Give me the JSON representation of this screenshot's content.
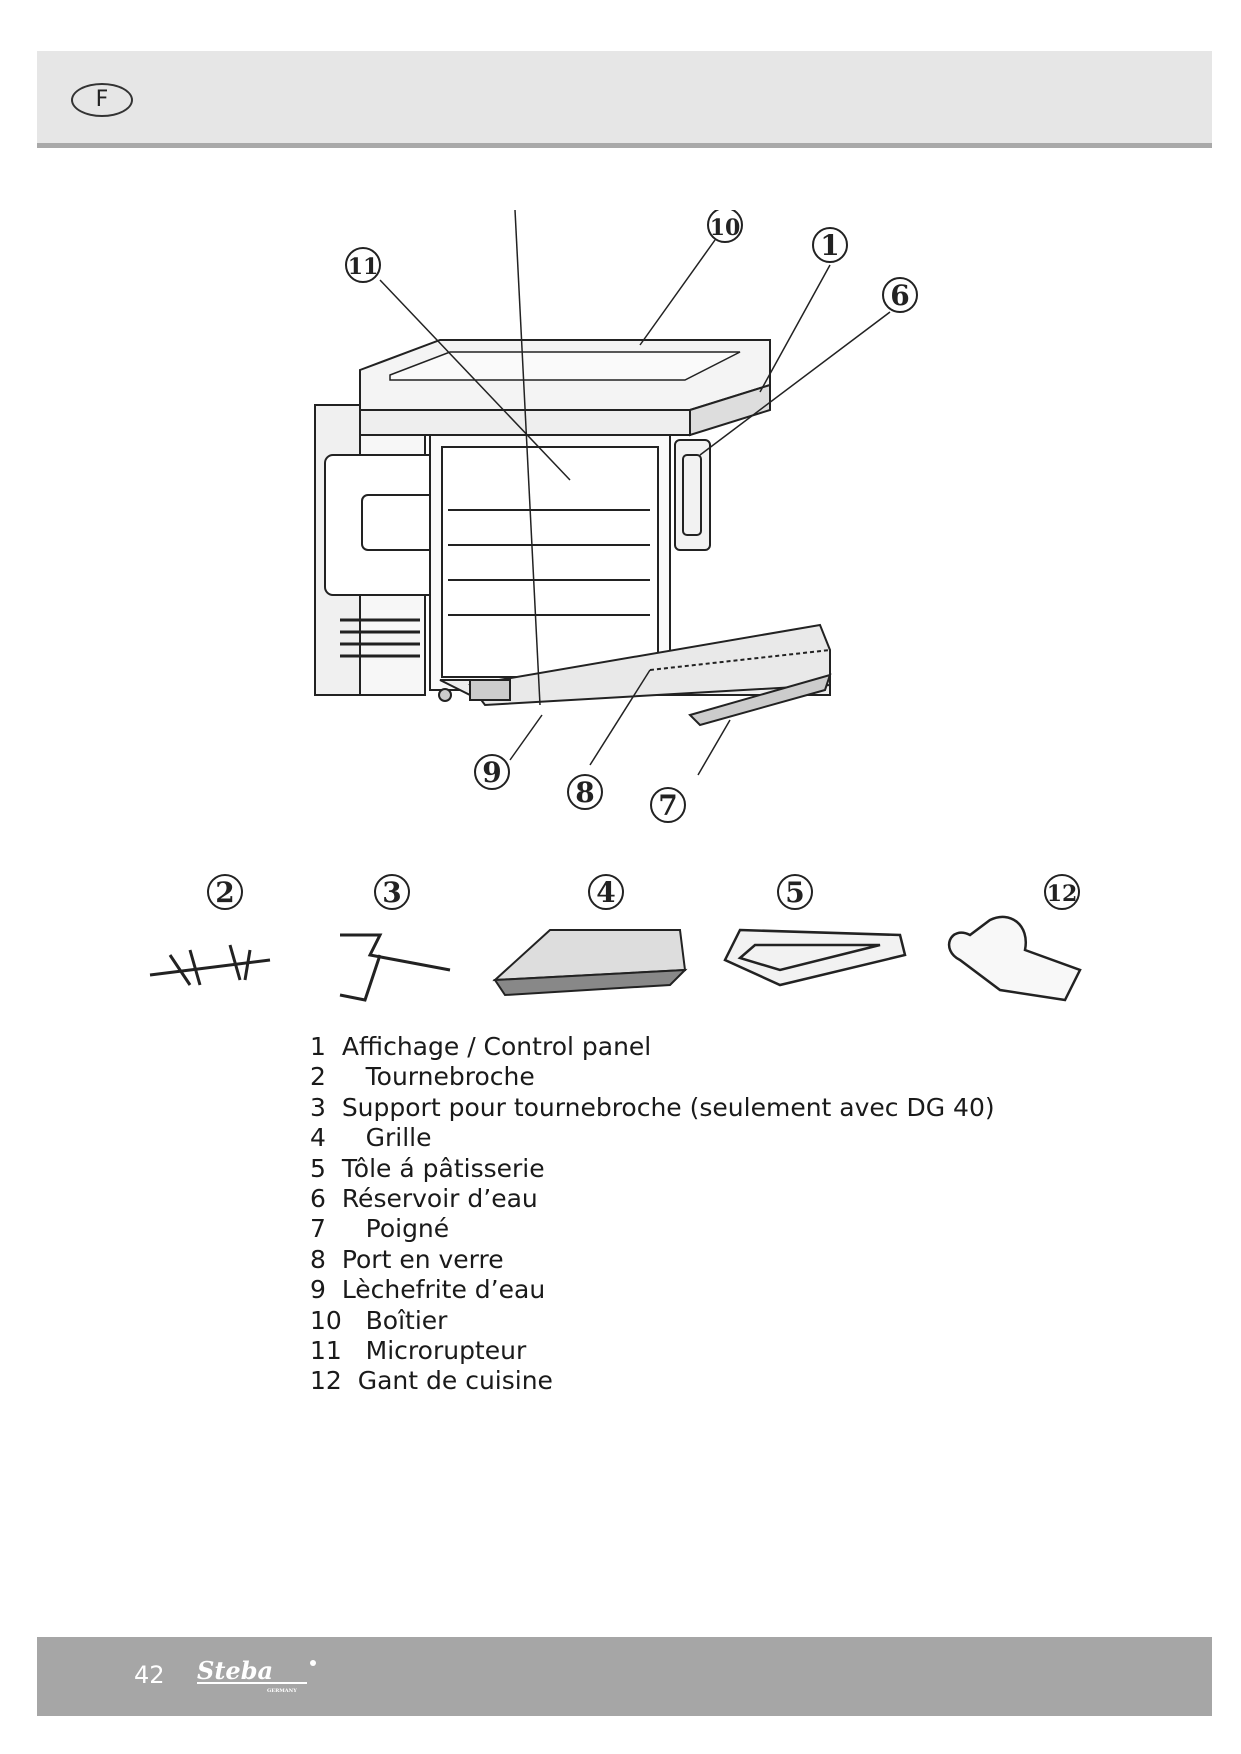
{
  "header": {
    "language_badge": "F"
  },
  "figure": {
    "callouts": [
      "1",
      "2",
      "3",
      "4",
      "5",
      "6",
      "7",
      "8",
      "9",
      "10",
      "11",
      "12"
    ]
  },
  "legend": [
    {
      "num": "1",
      "label": "Affichage / Control panel",
      "indent": false
    },
    {
      "num": "2",
      "label": "Tournebroche",
      "indent": true
    },
    {
      "num": "3",
      "label": "Support pour tournebroche (seulement avec DG 40)",
      "indent": false
    },
    {
      "num": "4",
      "label": "Grille",
      "indent": true
    },
    {
      "num": "5",
      "label": "Tôle á pâtisserie",
      "indent": false
    },
    {
      "num": "6",
      "label": "Réservoir d’eau",
      "indent": false
    },
    {
      "num": "7",
      "label": "Poigné",
      "indent": true
    },
    {
      "num": "8",
      "label": "Port en verre",
      "indent": false
    },
    {
      "num": "9",
      "label": "Lèchefrite d’eau",
      "indent": false
    },
    {
      "num": "10",
      "label": "Boîtier",
      "indent": false
    },
    {
      "num": "11",
      "label": "Microrupteur",
      "indent": false
    },
    {
      "num": "12",
      "label": "Gant de cuisine",
      "indent": false
    }
  ],
  "footer": {
    "page_number": "42",
    "brand": "Steba",
    "brand_sub": "GERMANY"
  }
}
